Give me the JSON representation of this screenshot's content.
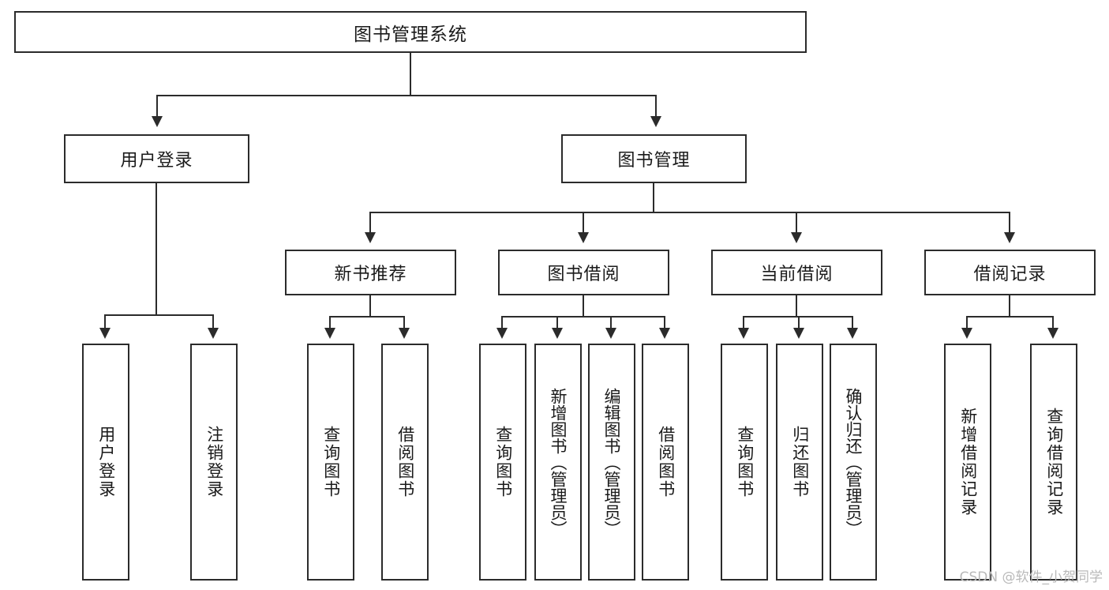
{
  "diagram": {
    "type": "tree-hierarchy",
    "title": "图书管理系统",
    "watermark": "CSDN @软件_小贺同学",
    "colors": {
      "stroke": "#2b2b2b",
      "fill": "#ffffff",
      "text": "#1a1a1a",
      "watermark": "#b9b9b9"
    },
    "levels": [
      {
        "level": 1,
        "nodes": [
          {
            "id": "root",
            "label": "图书管理系统",
            "orientation": "horizontal"
          }
        ]
      },
      {
        "level": 2,
        "nodes": [
          {
            "id": "l2-0",
            "label": "用户登录",
            "orientation": "horizontal",
            "parent": "root"
          },
          {
            "id": "l2-1",
            "label": "图书管理",
            "orientation": "horizontal",
            "parent": "root"
          }
        ]
      },
      {
        "level": 3,
        "nodes": [
          {
            "id": "l3-0",
            "label": "新书推荐",
            "orientation": "horizontal",
            "parent": "l2-1"
          },
          {
            "id": "l3-1",
            "label": "图书借阅",
            "orientation": "horizontal",
            "parent": "l2-1"
          },
          {
            "id": "l3-2",
            "label": "当前借阅",
            "orientation": "horizontal",
            "parent": "l2-1"
          },
          {
            "id": "l3-3",
            "label": "借阅记录",
            "orientation": "horizontal",
            "parent": "l2-1"
          }
        ]
      },
      {
        "level": 4,
        "nodes": [
          {
            "id": "l4-0",
            "label": "用户登录",
            "orientation": "vertical",
            "parent": "l2-0"
          },
          {
            "id": "l4-1",
            "label": "注销登录",
            "orientation": "vertical",
            "parent": "l2-0"
          },
          {
            "id": "l4-2",
            "label": "查询图书",
            "orientation": "vertical",
            "parent": "l3-0"
          },
          {
            "id": "l4-3",
            "label": "借阅图书",
            "orientation": "vertical",
            "parent": "l3-0"
          },
          {
            "id": "l4-4",
            "label": "查询图书",
            "orientation": "vertical",
            "parent": "l3-1"
          },
          {
            "id": "l4-5",
            "label": "新增图书（管理员）",
            "orientation": "vertical",
            "parent": "l3-1"
          },
          {
            "id": "l4-6",
            "label": "编辑图书（管理员）",
            "orientation": "vertical",
            "parent": "l3-1"
          },
          {
            "id": "l4-7",
            "label": "借阅图书",
            "orientation": "vertical",
            "parent": "l3-1"
          },
          {
            "id": "l4-8",
            "label": "查询图书",
            "orientation": "vertical",
            "parent": "l3-2"
          },
          {
            "id": "l4-9",
            "label": "归还图书",
            "orientation": "vertical",
            "parent": "l3-2"
          },
          {
            "id": "l4-10",
            "label": "确认归还（管理员）",
            "orientation": "vertical",
            "parent": "l3-2"
          },
          {
            "id": "l4-11",
            "label": "新增借阅记录",
            "orientation": "vertical",
            "parent": "l3-3"
          },
          {
            "id": "l4-12",
            "label": "查询借阅记录",
            "orientation": "vertical",
            "parent": "l3-3"
          }
        ]
      }
    ]
  }
}
